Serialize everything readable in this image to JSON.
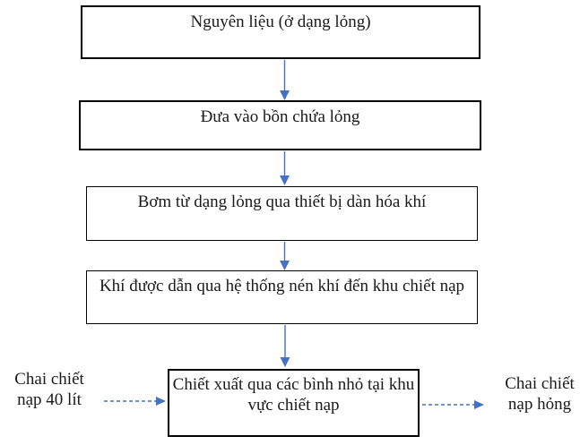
{
  "diagram": {
    "title_hint": "Quy trình chiết nạp khí (flowchart)",
    "background_color": "#ffffff",
    "box_border_color": "#000000",
    "arrow_color": "#4472C4",
    "steps": [
      {
        "label": "Nguyên liệu (ở dạng lỏng)"
      },
      {
        "label": "Đưa vào bồn chứa lỏng"
      },
      {
        "label": "Bơm từ dạng lỏng qua thiết bị dàn hóa khí"
      },
      {
        "label": "Khí được dẫn qua hệ thống nén khí đến khu chiết nạp"
      },
      {
        "label": "Chiết xuất qua các bình nhỏ tại khu vực chiết nạp"
      }
    ],
    "side_labels": {
      "left": "Chai chiết nạp 40 lít",
      "right": "Chai chiết nạp hỏng"
    }
  }
}
